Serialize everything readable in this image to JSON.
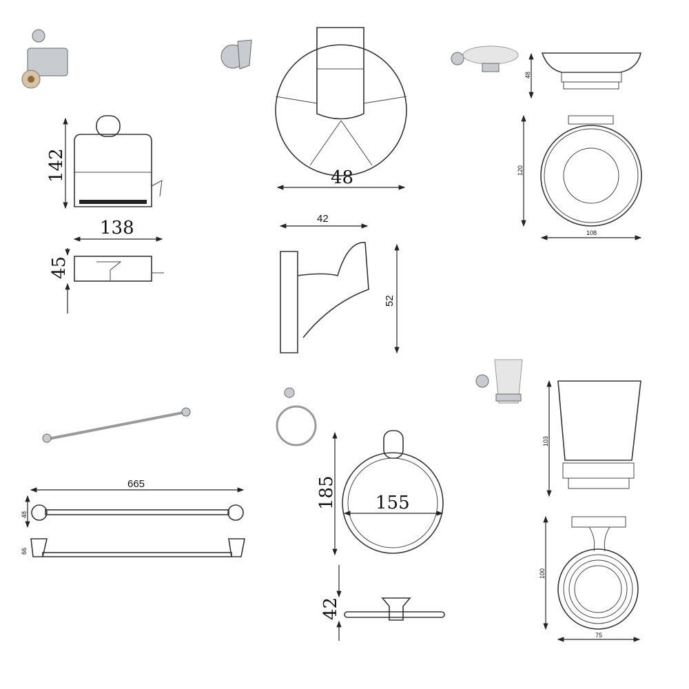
{
  "products": {
    "paper_holder": {
      "height": "142",
      "width": "138",
      "depth": "45"
    },
    "robe_hook": {
      "diameter": "48",
      "projection": "42",
      "height": "52"
    },
    "soap_dish": {
      "height": "48",
      "depth": "120",
      "width": "108"
    },
    "towel_bar": {
      "length": "665",
      "height": "48",
      "depth": "66"
    },
    "towel_ring": {
      "height": "185",
      "width": "155",
      "depth": "42"
    },
    "tumbler_holder": {
      "height": "103",
      "depth": "100",
      "width": "75"
    }
  },
  "colors": {
    "line": "#333333",
    "chrome": "#c8ccd0",
    "glass": "#e6e6e6",
    "paper": "#d8c3a5"
  }
}
